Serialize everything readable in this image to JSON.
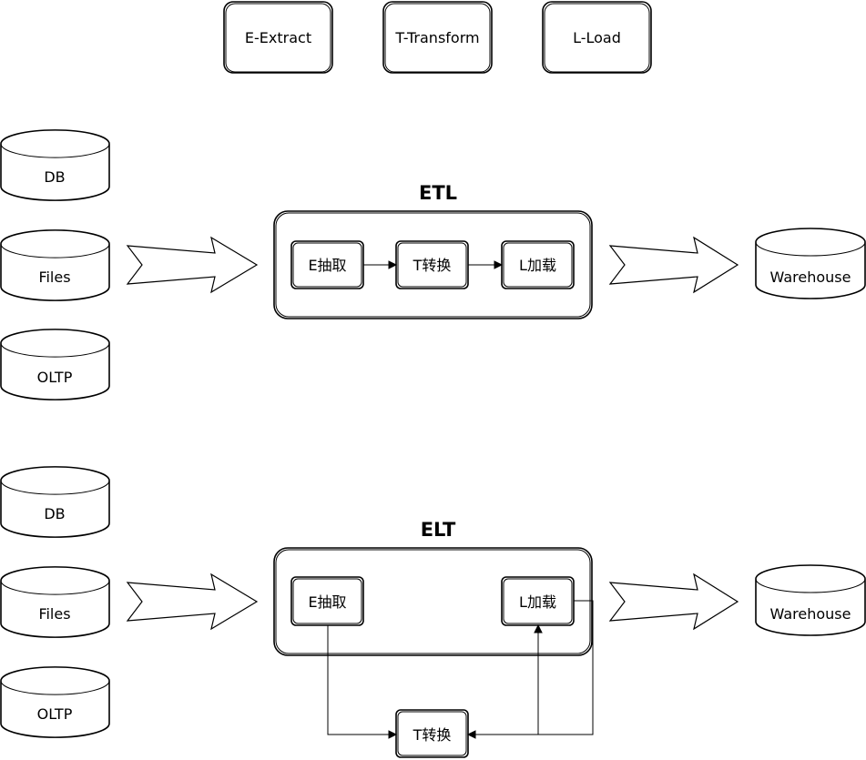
{
  "legend": {
    "extract": "E-Extract",
    "transform": "T-Transform",
    "load": "L-Load"
  },
  "etl": {
    "title": "ETL",
    "sources": [
      "DB",
      "Files",
      "OLTP"
    ],
    "steps": {
      "extract": "E抽取",
      "transform": "T转换",
      "load": "L加载"
    },
    "target": "Warehouse"
  },
  "elt": {
    "title": "ELT",
    "sources": [
      "DB",
      "Files",
      "OLTP"
    ],
    "steps": {
      "extract": "E抽取",
      "transform": "T转换",
      "load": "L加载"
    },
    "target": "Warehouse"
  }
}
